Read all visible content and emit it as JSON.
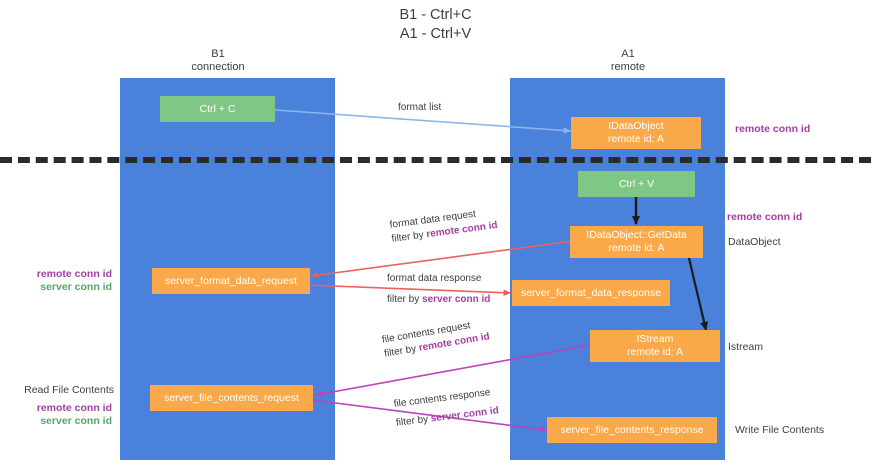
{
  "title": "B1 - Ctrl+C\nA1 - Ctrl+V",
  "columns": [
    {
      "name": "b1",
      "header": "B1\nconnection"
    },
    {
      "name": "a1",
      "header": "A1\nremote"
    }
  ],
  "colors": {
    "lane_blue": "#4a81da",
    "node_green": "#7ec784",
    "node_orange": "#f9a94a",
    "accent_purple": "#a33ea3",
    "accent_green": "#5aa469",
    "arrow_lightblue": "#8ab6e8",
    "arrow_red": "#e8635c",
    "arrow_magenta": "#bb44bb",
    "arrow_black": "#1a1a1a",
    "divider": "#2b2b2b"
  },
  "nodes": {
    "ctrl_c": "Ctrl + C",
    "ctrl_v": "Ctrl + V",
    "idataobject": "IDataObject\nremote id: A",
    "idataobject_getdata": "IDataObject::GetData\nremote id: A",
    "istream": "IStream\nremote id: A",
    "server_format_data_request": "server_format_data_request",
    "server_format_data_response": "server_format_data_response",
    "server_file_contents_request": "server_file_contents_request",
    "server_file_contents_response": "server_file_contents_response"
  },
  "arrow_labels": {
    "format_list": "format list",
    "format_data_request": "format data request",
    "format_data_request_filter_prefix": "filter by ",
    "format_data_request_filter_key": "remote conn id",
    "format_data_response": "format data response",
    "format_data_response_filter_prefix": "filter by ",
    "format_data_response_filter_key": "server conn id",
    "file_contents_request": "file contents request",
    "file_contents_request_filter_prefix": "filter by ",
    "file_contents_request_filter_key": "remote conn id",
    "file_contents_response": "file contents response",
    "file_contents_response_filter_prefix": "filter by ",
    "file_contents_response_filter_key": "server conn id"
  },
  "annotations": {
    "right_remote_conn_id_top": "remote conn id",
    "right_remote_conn_id_mid": "remote conn id",
    "right_dataobject": "DataObject",
    "right_istream": "Istream",
    "right_write_file_contents": "Write File Contents",
    "left_remote_conn_id_mid": "remote conn id",
    "left_server_conn_id_mid": "server conn id",
    "left_read_file_contents": "Read File Contents",
    "left_remote_conn_id_bot": "remote conn id",
    "left_server_conn_id_bot": "server conn id"
  }
}
